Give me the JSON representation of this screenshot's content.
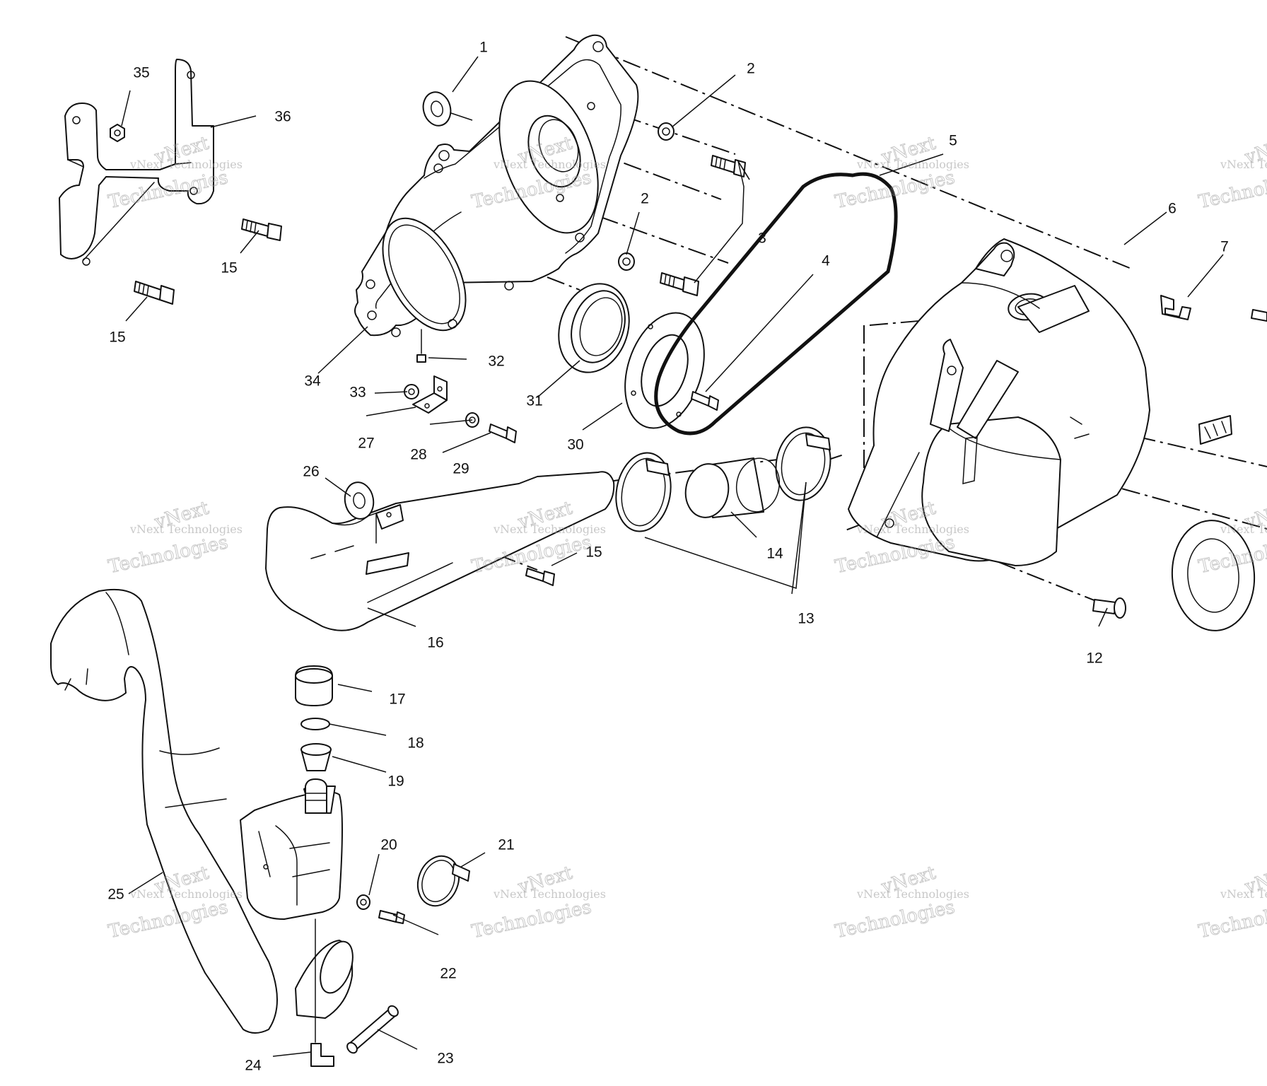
{
  "diagram": {
    "callouts": {
      "c1": "1",
      "c2a": "2",
      "c2b": "2",
      "c3": "3",
      "c4": "4",
      "c5": "5",
      "c6": "6",
      "c7": "7",
      "c12": "12",
      "c13": "13",
      "c14": "14",
      "c15a": "15",
      "c15b": "15",
      "c15c": "15",
      "c16": "16",
      "c17": "17",
      "c18": "18",
      "c19": "19",
      "c20": "20",
      "c21": "21",
      "c22": "22",
      "c23": "23",
      "c24": "24",
      "c25": "25",
      "c26": "26",
      "c27": "27",
      "c28": "28",
      "c29": "29",
      "c30": "30",
      "c31": "31",
      "c32": "32",
      "c33": "33",
      "c34": "34",
      "c35": "35",
      "c36": "36"
    },
    "watermark": {
      "company": "vNext Technologies",
      "word1": "vNext",
      "word2": "Technologies"
    }
  }
}
